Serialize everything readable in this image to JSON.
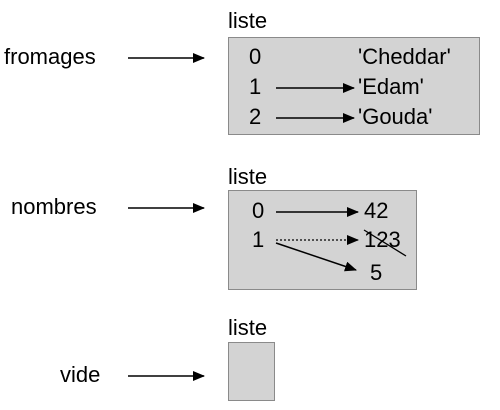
{
  "diagram": {
    "colors": {
      "frame_fill": "#d3d3d3",
      "frame_border": "#8a8a8a",
      "ink": "#000000"
    },
    "fromages": {
      "var_name": "fromages",
      "frame_title": "liste",
      "items": [
        {
          "index": "0",
          "value": "'Cheddar'"
        },
        {
          "index": "1",
          "value": "'Edam'"
        },
        {
          "index": "2",
          "value": "'Gouda'"
        }
      ]
    },
    "nombres": {
      "var_name": "nombres",
      "frame_title": "liste",
      "items": [
        {
          "index": "0",
          "value": "42"
        },
        {
          "index": "1",
          "old_value": "123",
          "value": "5",
          "old_value_crossed_out": true
        }
      ]
    },
    "vide": {
      "var_name": "vide",
      "frame_title": "liste",
      "items": []
    }
  }
}
